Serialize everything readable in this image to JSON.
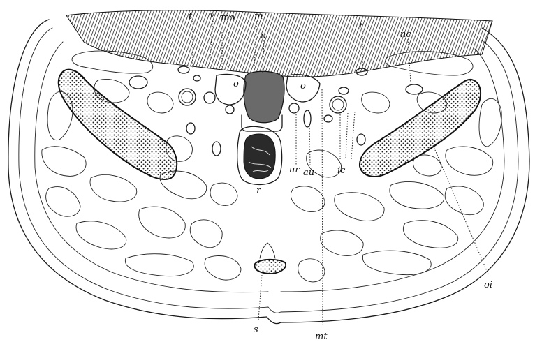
{
  "labels": {
    "t_left": "t",
    "v": "v",
    "mo": "mo",
    "m": "m",
    "u": "u",
    "t_right": "t",
    "nc": "nc",
    "o_left": "o",
    "o_right": "o",
    "ur": "ur",
    "au": "au",
    "ic": "ic",
    "r": "r",
    "oi": "oi",
    "s": "s",
    "mt": "mt"
  }
}
